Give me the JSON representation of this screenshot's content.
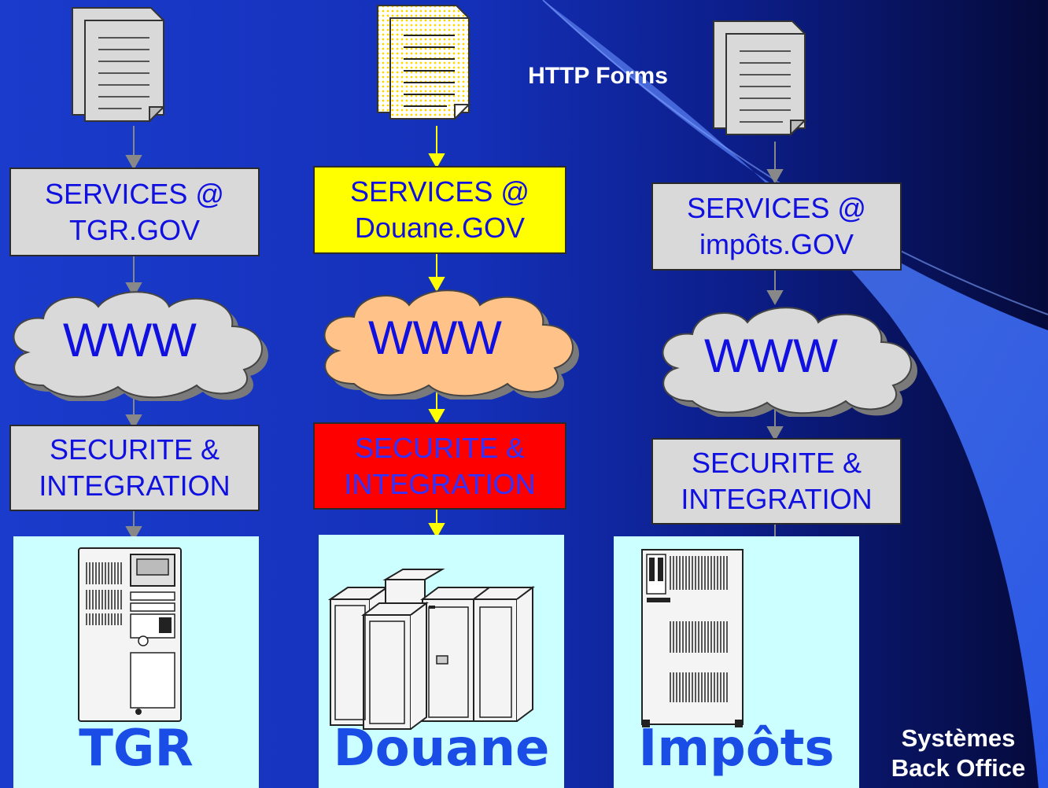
{
  "diagram": {
    "http_forms_label": "HTTP Forms",
    "back_office_label": "Systèmes\nBack Office",
    "columns": [
      {
        "id": "tgr",
        "document_style": "grey",
        "services_label": "SERVICES @\nTGR.GOV",
        "services_color": "#d9d9d9",
        "cloud_label": "WWW",
        "cloud_color": "#d9d9d9",
        "security_label": "SECURITE &\nINTEGRATION",
        "security_color": "#d9d9d9",
        "system_label": "TGR",
        "arrow_color": "#888888"
      },
      {
        "id": "douane",
        "document_style": "dotted-yellow",
        "services_label": "SERVICES @\nDouane.GOV",
        "services_color": "#ffff00",
        "cloud_label": "WWW",
        "cloud_color": "#ffc38a",
        "security_label": "SECURITE &\nINTEGRATION",
        "security_color": "#ff0000",
        "system_label": "Douane",
        "arrow_color": "#ffff00"
      },
      {
        "id": "impots",
        "document_style": "grey",
        "services_label": "SERVICES @\nimpôts.GOV",
        "services_color": "#d9d9d9",
        "cloud_label": "WWW",
        "cloud_color": "#d9d9d9",
        "security_label": "SECURITE &\nINTEGRATION",
        "security_color": "#d9d9d9",
        "system_label": "Impôts",
        "arrow_color": "#888888"
      }
    ]
  }
}
